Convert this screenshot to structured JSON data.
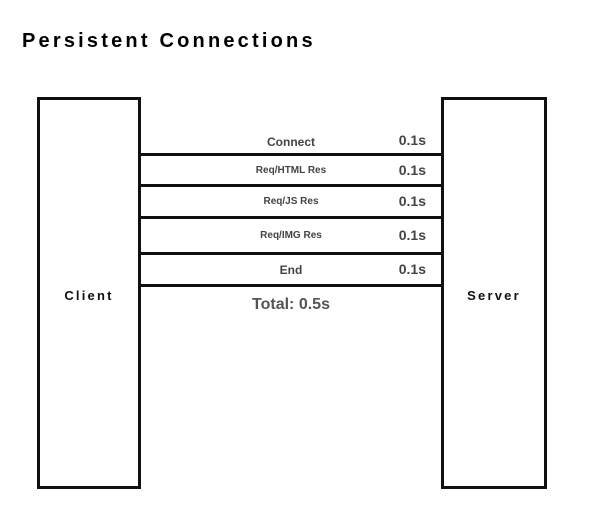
{
  "title": "Persistent Connections",
  "client_label": "Client",
  "server_label": "Server",
  "messages": [
    {
      "label": "Connect",
      "time": "0.1s"
    },
    {
      "label": "Req/HTML Res",
      "time": "0.1s"
    },
    {
      "label": "Req/JS Res",
      "time": "0.1s"
    },
    {
      "label": "Req/IMG Res",
      "time": "0.1s"
    },
    {
      "label": "End",
      "time": "0.1s"
    }
  ],
  "total": "Total: 0.5s"
}
